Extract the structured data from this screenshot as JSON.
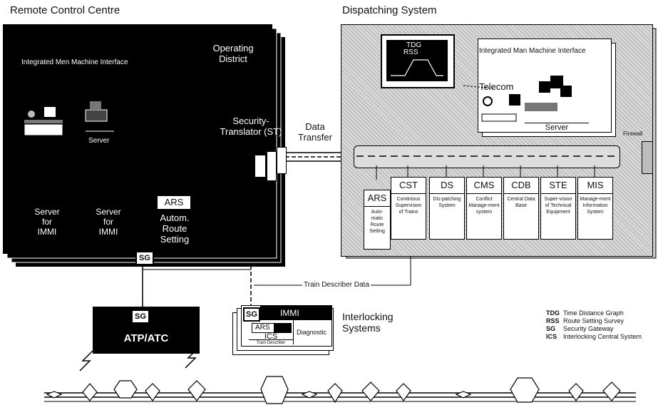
{
  "remote": {
    "title": "Remote Control Centre",
    "operating_district": [
      "Operating",
      "District"
    ],
    "immi_label": "Integrated Men Machine Interface",
    "server_label": "Server",
    "security_translator": [
      "Security-",
      "Translator (ST)"
    ],
    "server_immi_1": [
      "Server",
      "for",
      "IMMI"
    ],
    "server_immi_2": [
      "Server",
      "for",
      "IMMI"
    ],
    "ars_box": "ARS",
    "ars_desc": [
      "Autom.",
      "Route",
      "Setting"
    ],
    "sg": "SG"
  },
  "data_transfer": [
    "Data",
    "Transfer"
  ],
  "dispatch": {
    "title": "Dispatching System",
    "tdg": "TDG",
    "rss": "RSS",
    "immi_label": "Integrated Man Machine Interface",
    "telecom": "Telecom",
    "server": "Server",
    "firewall": "Firewall",
    "modules": [
      {
        "abbr": "ARS",
        "desc": "Auto-matic Route Setting"
      },
      {
        "abbr": "CST",
        "desc": "Continious Supervision of Trains"
      },
      {
        "abbr": "DS",
        "desc": "Dis-patching System"
      },
      {
        "abbr": "CMS",
        "desc": "Conflict Manage-ment system"
      },
      {
        "abbr": "CDB",
        "desc": "Central Data Base"
      },
      {
        "abbr": "STE",
        "desc": "Super-vision of Technical Equipment"
      },
      {
        "abbr": "MIS",
        "desc": "Manage-ment Information System"
      }
    ]
  },
  "train_describer_data": "Train Describer Data",
  "atp": {
    "sg": "SG",
    "label": "ATP/ATC"
  },
  "interlocking": {
    "sg": "SG",
    "immi": "IMMI",
    "ars": "ARS",
    "ics": "ICS",
    "train_describer": "Train Describer",
    "diagnostic": "Diagnostic",
    "label": [
      "Interlocking",
      "Systems"
    ]
  },
  "legend": [
    {
      "abbr": "TDG",
      "text": "Time Distance Graph"
    },
    {
      "abbr": "RSS",
      "text": "Route Setting Survey"
    },
    {
      "abbr": "SG",
      "text": "Security Gateway"
    },
    {
      "abbr": "ICS",
      "text": "Interlocking Central System"
    }
  ],
  "colors": {
    "panel": "#000000",
    "hatch": "#d8d8d8",
    "box": "#ffffff"
  }
}
